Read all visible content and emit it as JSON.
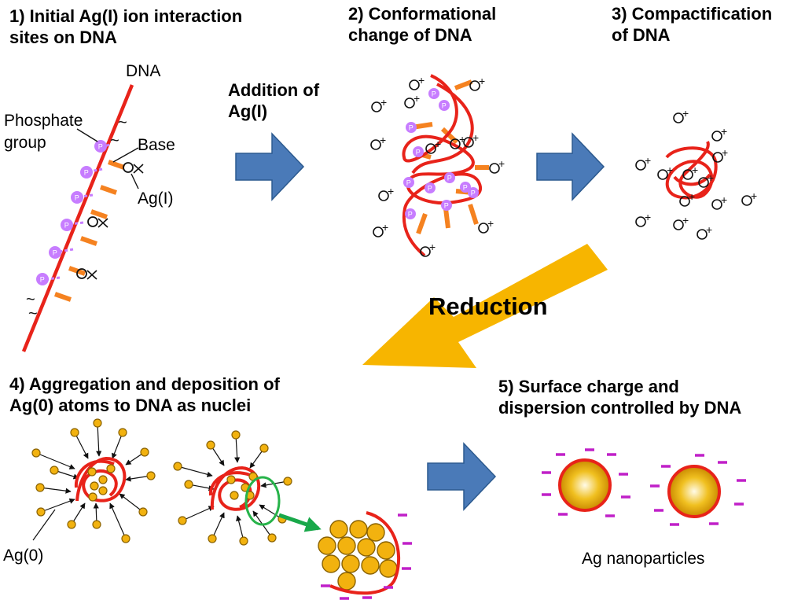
{
  "steps": [
    {
      "line1": "1) Initial Ag(I) ion interaction",
      "line2": "sites on  DNA"
    },
    {
      "line1": "2) Conformational",
      "line2": "change of DNA"
    },
    {
      "line1": "3) Compactification",
      "line2": "of DNA"
    },
    {
      "line1": "4) Aggregation and deposition of",
      "line2": "Ag(0) atoms to DNA as nuclei"
    },
    {
      "line1": "5) Surface charge and",
      "line2": "dispersion controlled by DNA"
    }
  ],
  "labels": {
    "dna": "DNA",
    "phosphate_line1": "Phosphate",
    "phosphate_line2": "group",
    "base": "Base",
    "ag_ion": "Ag(I)",
    "ag_zero": "Ag(0)",
    "nanoparticles": "Ag nanoparticles",
    "addition_line1": "Addition of",
    "addition_line2": "Ag(I)",
    "reduction": "Reduction",
    "phosphate_symbol": "P",
    "plus_sign": "+",
    "minus_sign": "−",
    "tilde_break": "~"
  },
  "colors": {
    "dna_strand": "#e8231a",
    "base": "#f58220",
    "phosphate": "#c77dff",
    "process_arrow": "#4a7ab8",
    "reduction_arrow": "#f7b500",
    "silver_atom": "#f2b20f",
    "transfer_arrow": "#19a84a",
    "highlight_ring": "#27b34a",
    "surface_charge": "#c020c8"
  }
}
